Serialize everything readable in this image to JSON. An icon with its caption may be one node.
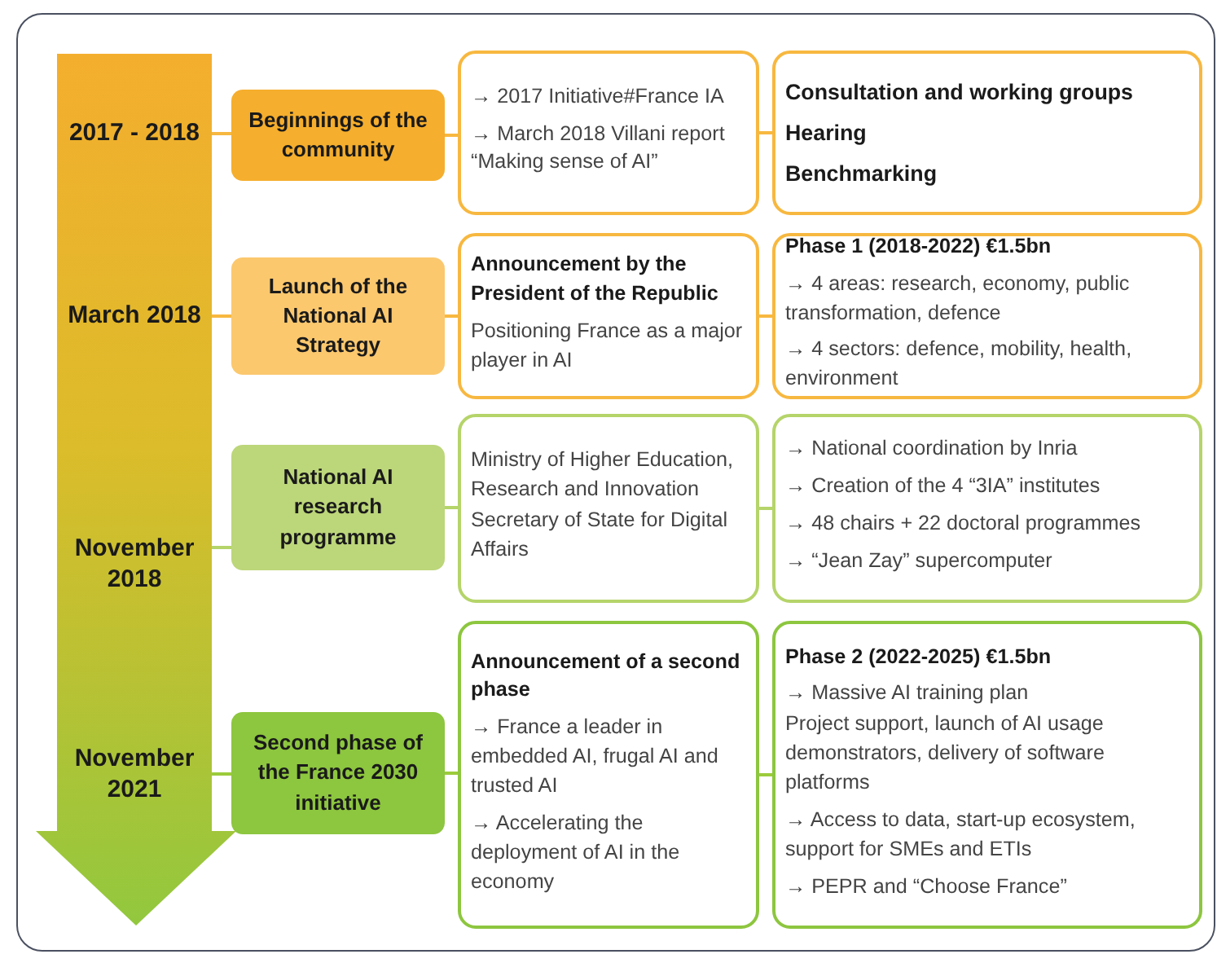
{
  "diagram": {
    "nodes": [
      {
        "text": [],
        "shape": "arrow"
      },
      {
        "text": [
          "2017 - 2018"
        ],
        "in": 0
      },
      {
        "text": [
          "Beginnings of the community"
        ]
      },
      {
        "text": [
          "→ 2017 Initiative#France IA",
          "→ March 2018 Villani report “Making sense of AI”"
        ]
      },
      {
        "text": [
          "Consultation and working groups",
          "Hearing",
          "Benchmarking"
        ]
      },
      {
        "text": [
          "March 2018"
        ],
        "in": 0
      },
      {
        "text": [
          "Launch of the National AI Strategy"
        ]
      },
      {
        "text": [
          "Announcement by the President of the Republic",
          "Positioning France as a major player in AI"
        ]
      },
      {
        "text": [
          "Phase 1 (2018-2022) €1.5bn",
          "→ 4 areas: research, economy, public transformation, defence",
          "→ 4 sectors: defence, mobility, health, environment"
        ]
      },
      {
        "text": [
          "November 2018"
        ],
        "in": 0
      },
      {
        "text": [
          "National AI research programme"
        ]
      },
      {
        "text": [
          "Ministry of Higher Education, Research and Innovation",
          "Secretary of State for Digital Affairs"
        ]
      },
      {
        "text": [
          "→ National coordination by Inria",
          "→ Creation of the 4 “3IA” institutes",
          "→ 48 chairs + 22 doctoral programmes",
          "→ “Jean Zay” supercomputer"
        ]
      },
      {
        "text": [
          "November 2021"
        ],
        "in": 0
      },
      {
        "text": [
          "Second phase of the France 2030 initiative"
        ]
      },
      {
        "text": [
          "Announcement of a second phase",
          "→ France a leader in embedded AI, frugal AI and trusted AI",
          "→ Accelerating the deployment of AI in the economy"
        ]
      },
      {
        "text": [
          "Phase 2 (2022-2025) €1.5bn",
          "→ Massive AI training plan",
          "Project support, launch of AI usage demonstrators, delivery of software platforms",
          "→ Access to data, start-up ecosystem, support for SMEs and ETIs",
          "→ PEPR and “Choose France”"
        ]
      }
    ],
    "edges": [
      {
        "from": 1,
        "to": 2,
        "arrow": "none",
        "color": "#f7b840"
      },
      {
        "from": 2,
        "to": 3,
        "arrow": "none",
        "color": "#f7b840"
      },
      {
        "from": 3,
        "to": 4,
        "arrow": "none",
        "color": "#f7b840"
      },
      {
        "from": 5,
        "to": 6,
        "arrow": "none",
        "color": "#f7b840"
      },
      {
        "from": 6,
        "to": 7,
        "arrow": "none",
        "color": "#f7b840"
      },
      {
        "from": 7,
        "to": 8,
        "arrow": "none",
        "color": "#f7b840"
      },
      {
        "from": 9,
        "to": 10,
        "arrow": "none",
        "color": "#b5d46a"
      },
      {
        "from": 10,
        "to": 11,
        "arrow": "none",
        "color": "#b5d46a"
      },
      {
        "from": 11,
        "to": 12,
        "arrow": "none",
        "color": "#b5d46a"
      },
      {
        "from": 13,
        "to": 14,
        "arrow": "none",
        "color": "#9ccb3b"
      },
      {
        "from": 14,
        "to": 15,
        "arrow": "none",
        "color": "#9ccb3b"
      },
      {
        "from": 15,
        "to": 16,
        "arrow": "none",
        "color": "#9ccb3b"
      }
    ]
  }
}
